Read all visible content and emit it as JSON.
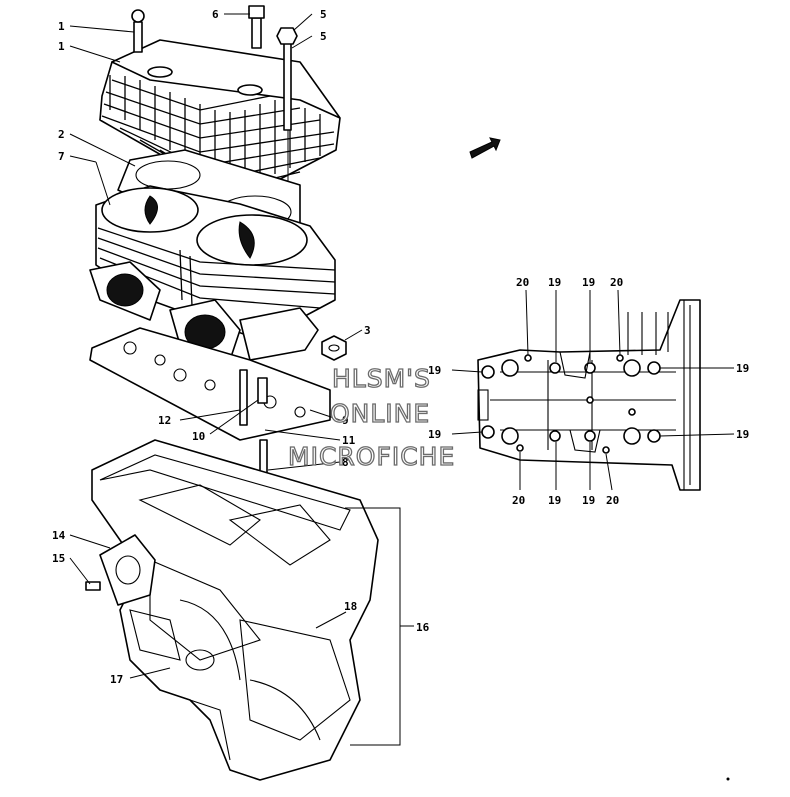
{
  "callouts": {
    "c1a": "1",
    "c1b": "1",
    "c6": "6",
    "c5a": "5",
    "c5b": "5",
    "c2": "2",
    "c7": "7",
    "c3": "3",
    "c12": "12",
    "c10": "10",
    "c9": "9",
    "c11": "11",
    "c8": "8",
    "c14": "14",
    "c15": "15",
    "c16": "16",
    "c17": "17",
    "c18": "18",
    "d20a": "20",
    "d19a": "19",
    "d19b": "19",
    "d20b": "20",
    "d19c": "19",
    "d19d": "19",
    "d19e": "19",
    "d19f": "19",
    "d20c": "20",
    "d19g": "19",
    "d19h": "19",
    "d20d": "20"
  },
  "watermark": {
    "line1": "HLSM'S",
    "line2": "ONLINE",
    "line3": "MICROFICHE"
  },
  "colors": {
    "ink": "#000000",
    "paper": "#ffffff",
    "watermark_outline": "#6b6b6b"
  }
}
